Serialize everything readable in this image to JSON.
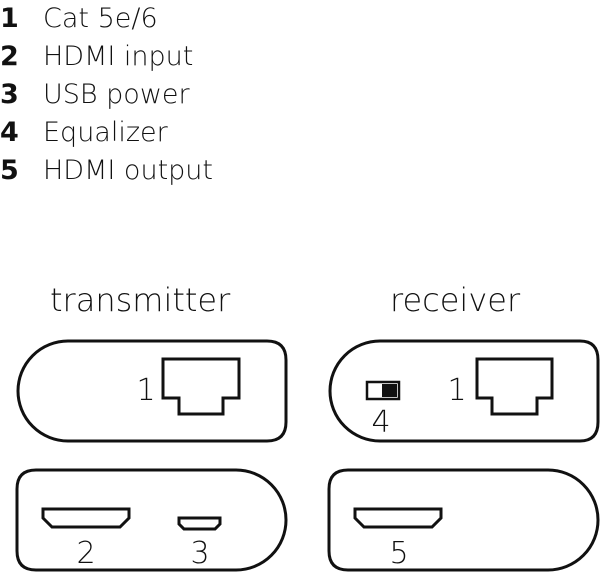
{
  "legend": [
    {
      "num": "1",
      "label": "Cat 5e/6"
    },
    {
      "num": "2",
      "label": "HDMI input"
    },
    {
      "num": "3",
      "label": "USB power"
    },
    {
      "num": "4",
      "label": "Equalizer"
    },
    {
      "num": "5",
      "label": "HDMI output"
    }
  ],
  "transmitter": {
    "title": "transmitter",
    "top_port_label": "1",
    "hdmi_label": "2",
    "usb_label": "3"
  },
  "receiver": {
    "title": "receiver",
    "switch_label": "4",
    "top_port_label": "1",
    "hdmi_label": "5"
  }
}
